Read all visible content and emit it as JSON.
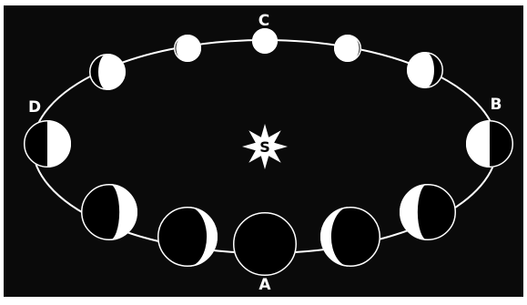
{
  "diagram": {
    "colors": {
      "background": "#0a0a0a",
      "orbit": "#ffffff",
      "lit": "#ffffff",
      "dark": "#000000",
      "sun": "#ffffff"
    },
    "labels": {
      "sun": "S",
      "a": "A",
      "b": "B",
      "c": "C",
      "d": "D"
    }
  }
}
